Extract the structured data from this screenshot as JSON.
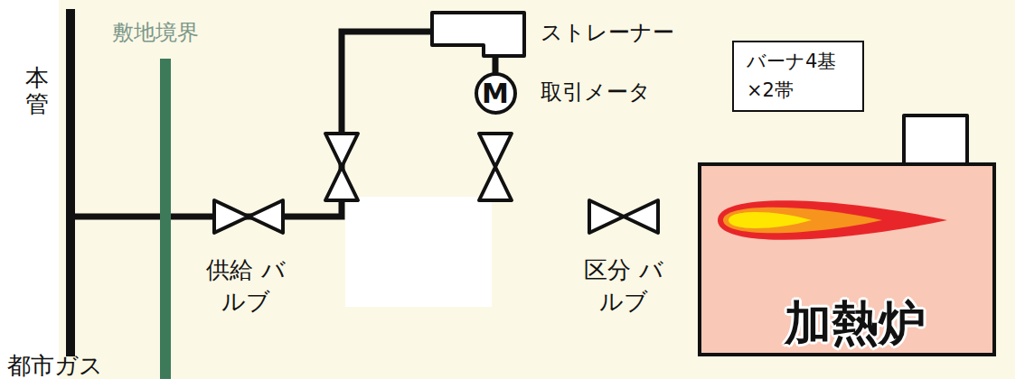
{
  "diagram": {
    "nodes": [
      {
        "text": [
          "M"
        ]
      },
      {
        "text": [
          "バーナ4基 ×2帯"
        ]
      },
      {
        "text": [
          "加熱炉"
        ]
      }
    ],
    "edges": [
      {
        "from": 0,
        "to": 2,
        "arrow": "none"
      },
      {
        "from": 1,
        "to": 2,
        "arrow": "none"
      }
    ],
    "labels": [
      "本管",
      "敷地境界",
      "供給 バルブ",
      "ストレーナー",
      "取引メータ",
      "区分 バルブ",
      "都市ガス"
    ]
  }
}
